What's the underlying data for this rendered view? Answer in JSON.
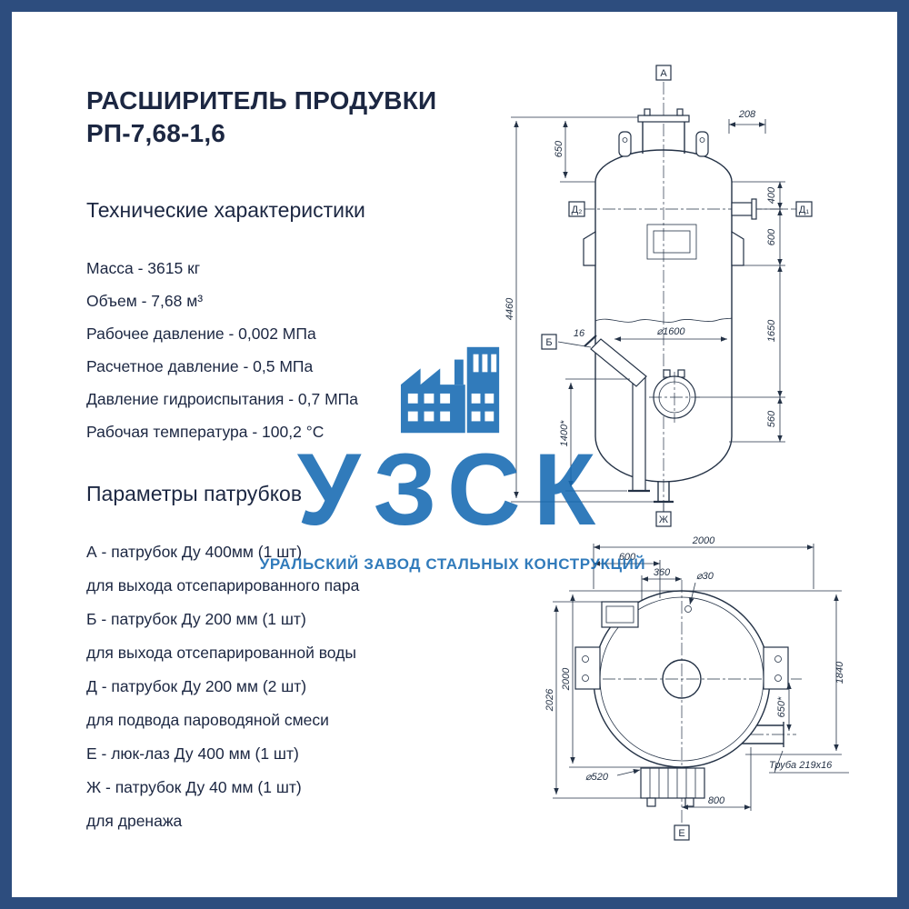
{
  "header": {
    "title_line1": "РАСШИРИТЕЛЬ ПРОДУВКИ",
    "title_line2": "РП-7,68-1,6"
  },
  "specs": {
    "heading": "Технические характеристики",
    "items": [
      "Масса - 3615 кг",
      "Объем - 7,68 м³",
      "Рабочее давление - 0,002 МПа",
      "Расчетное давление - 0,5 МПа",
      "Давление гидроиспытания - 0,7 МПа",
      "Рабочая температура - 100,2 °С"
    ]
  },
  "nozzles": {
    "heading": "Параметры патрубков",
    "items": [
      "А - патрубок Ду 400мм (1 шт)",
      "для выхода отсепарированного пара",
      "Б - патрубок Ду 200 мм (1 шт)",
      "для выхода отсепарированной воды",
      "Д - патрубок Ду 200 мм (2 шт)",
      "для подвода пароводяной смеси",
      "Е - люк-лаз Ду 400 мм (1 шт)",
      "Ж - патрубок Ду 40 мм (1 шт)",
      "для дренажа"
    ]
  },
  "watermark": {
    "logo_text": "УЗСК",
    "subtitle": "УРАЛЬСКИЙ ЗАВОД СТАЛЬНЫХ КОНСТРУКЦИЙ"
  },
  "front_view": {
    "labels": {
      "a": "А",
      "d2": "Д₂",
      "d1": "Д₁",
      "b": "Б",
      "zh": "Ж"
    },
    "dims": {
      "offset_208": "208",
      "neck_650": "650",
      "d_400": "400",
      "d_600": "600",
      "total_4460": "4460",
      "shell_1650": "1650",
      "b_16": "16",
      "dia_1600": "⌀1600",
      "drop_1400": "1400*",
      "d_560": "560"
    }
  },
  "plan_view": {
    "labels": {
      "e": "Е"
    },
    "dims": {
      "top_2000": "2000",
      "d_600": "600",
      "d_360": "360",
      "hole_30": "⌀30",
      "left_2026": "2026",
      "left_2000": "2000",
      "right_1840": "1840",
      "d_650": "650*",
      "dia_520": "⌀520",
      "pipe_note": "Труба 219x16",
      "d_800": "800"
    }
  },
  "colors": {
    "frame": "#2d4d7e",
    "accent": "#1569b2",
    "ink": "#1c2742"
  }
}
